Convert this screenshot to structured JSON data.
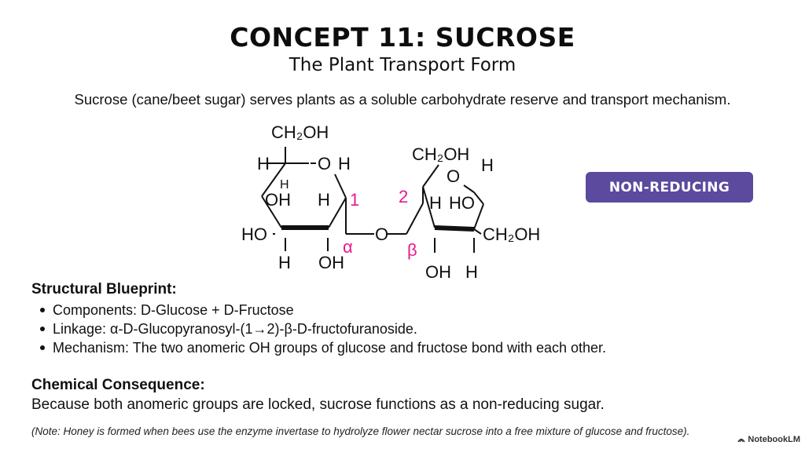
{
  "header": {
    "title": "CONCEPT 11: SUCROSE",
    "subtitle": "The Plant Transport Form"
  },
  "intro": "Sucrose (cane/beet sugar) serves plants as a soluble carbohydrate reserve and transport mechanism.",
  "badge": "NON-REDUCING",
  "structure": {
    "glucose": {
      "top_group": "CH₂OH",
      "ring_o_label": "O",
      "h_upper_left": "H",
      "h_ring_right": "H",
      "h_inner_c5": "H",
      "oh_c4": "OH",
      "h_c3_upper": "H",
      "ho_c4": "HO",
      "h_c3_lower": "H",
      "oh_c2": "OH"
    },
    "fructose": {
      "top_group": "CH₂OH",
      "ring_o_label": "O",
      "h_right_top": "H",
      "h_c3": "H",
      "ho_c3": "HO",
      "bottom_right_group": "CH₂OH",
      "oh_bottom": "OH",
      "h_bottom": "H"
    },
    "linkage_o": "O",
    "carbon_labels": [
      "1",
      "2"
    ],
    "anomer_labels": [
      "α",
      "β"
    ],
    "accent_color": "#e6198c"
  },
  "blueprint": {
    "heading": "Structural Blueprint:",
    "items": [
      "Components: D-Glucose + D-Fructose",
      "Linkage: α-D-Glucopyranosyl-(1→2)-β-D-fructofuranoside.",
      "Mechanism: The two anomeric OH groups of glucose and fructose bond with each other."
    ]
  },
  "consequence": {
    "heading": "Chemical Consequence:",
    "text": "Because both anomeric groups are locked, sucrose functions as a non-reducing sugar."
  },
  "note": "(Note: Honey is formed when bees use the enzyme invertase to hydrolyze flower nectar sucrose into a free mixture of glucose and fructose).",
  "watermark": "NotebookLM",
  "colors": {
    "badge_bg": "#5b4a9e",
    "accent": "#e6198c",
    "text": "#111111"
  }
}
